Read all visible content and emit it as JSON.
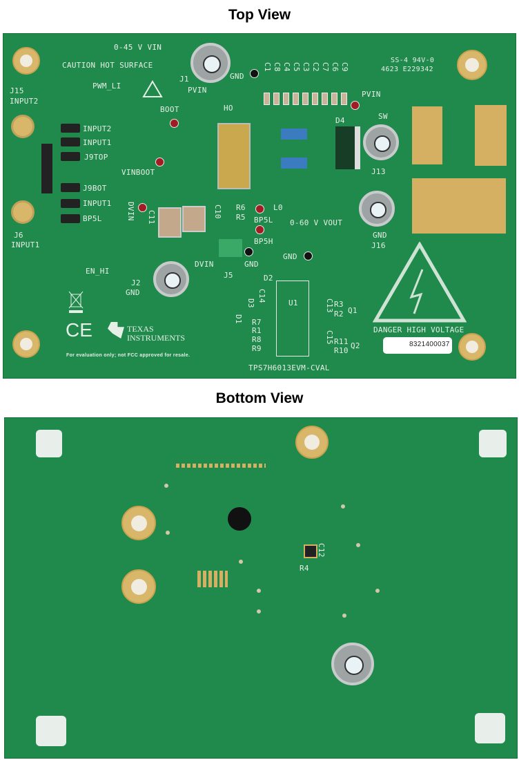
{
  "top_title": "Top View",
  "bottom_title": "Bottom View",
  "top_labels": [
    "0-45 V VIN",
    "CAUTION HOT SURFACE",
    "J15",
    "INPUT2",
    "PWM_LI",
    "J1",
    "PVIN",
    "GND",
    "BOOT",
    "HO",
    "INPUT2",
    "INPUT1",
    "J9TOP",
    "VINBOOT",
    "J9BOT",
    "INPUT1",
    "BP5L",
    "J6",
    "INPUT1",
    "EN_HI",
    "DVIN",
    "C11",
    "C10",
    "R6",
    "R5",
    "BP5L",
    "L0",
    "BP5H",
    "0-60 V VOUT",
    "DVIN",
    "J5",
    "GND",
    "GND",
    "J2",
    "GND",
    "D2",
    "U1",
    "C14",
    "D3",
    "D1",
    "R7",
    "R1",
    "R8",
    "R9",
    "C13",
    "R3",
    "R2",
    "Q1",
    "C15",
    "R11",
    "R10",
    "Q2",
    "TPS7H6013EVM-CVAL",
    "For evaluation only; not FCC approved for resale.",
    "PVIN",
    "SW",
    "D4",
    "J13",
    "GND",
    "J16",
    "SS-4 94V-0",
    "4623 E229342",
    "C1",
    "C8",
    "C4",
    "C5",
    "C3",
    "C2",
    "C7",
    "C6",
    "C9",
    "DANGER HIGH VOLTAGE",
    "8321400037"
  ],
  "logo_text": "TEXAS INSTRUMENTS",
  "ce_mark": "CE",
  "bottom_labels": [
    "C12",
    "R4"
  ],
  "colors": {
    "pcb": "#1f8a4c",
    "silkscreen": "#e6efe6",
    "gold": "#d8b66a"
  }
}
